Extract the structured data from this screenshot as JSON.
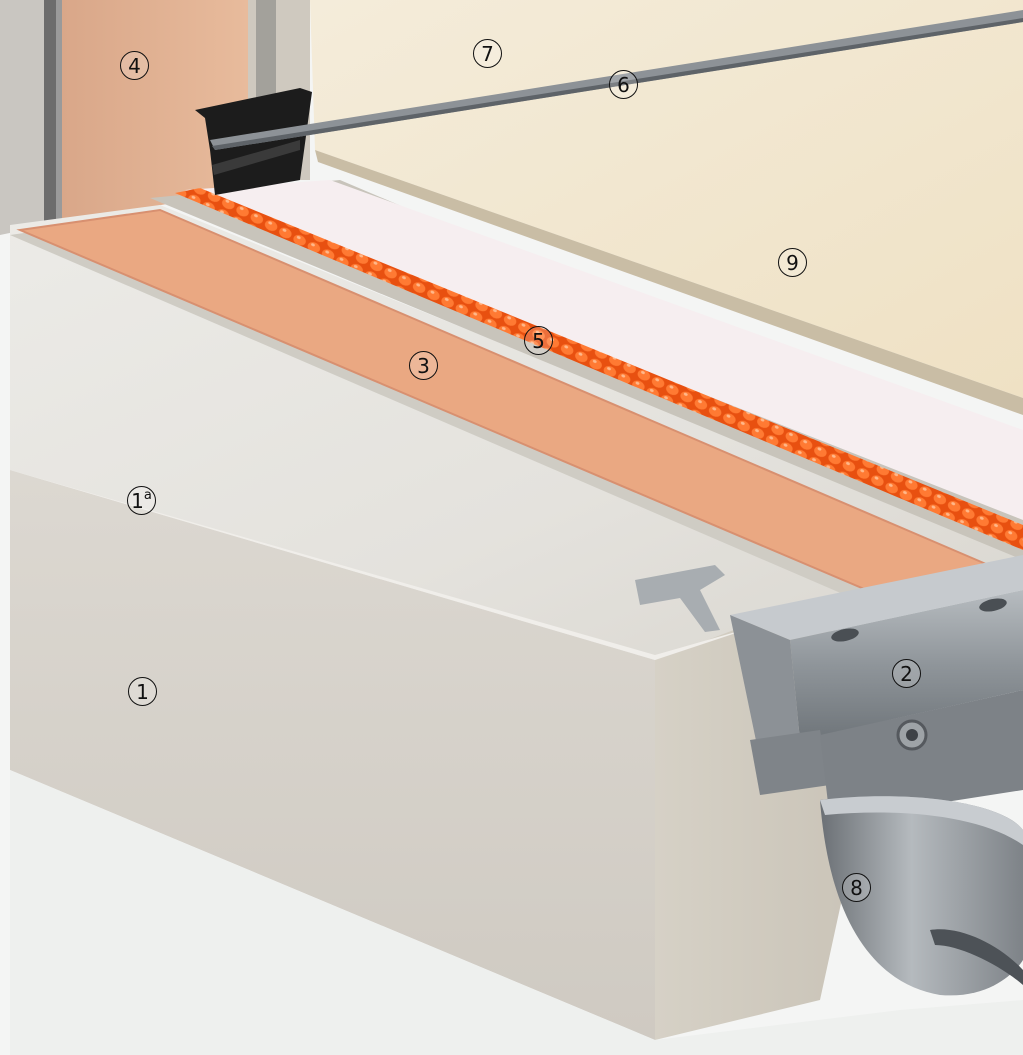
{
  "callouts": [
    {
      "id": "1",
      "label": "1"
    },
    {
      "id": "1a",
      "label": "1",
      "sub": "a"
    },
    {
      "id": "2",
      "label": "2"
    },
    {
      "id": "3",
      "label": "3"
    },
    {
      "id": "4",
      "label": "4"
    },
    {
      "id": "5",
      "label": "5"
    },
    {
      "id": "6",
      "label": "6"
    },
    {
      "id": "7",
      "label": "7"
    },
    {
      "id": "8",
      "label": "8"
    },
    {
      "id": "9",
      "label": "9"
    }
  ],
  "colors": {
    "background": "#f4f5f4",
    "screed_top": "#e3e1dc",
    "screed_front": "#d8d4cd",
    "membrane": "#e9a67f",
    "drainage_mat": "#f05a14",
    "fleece": "#f7eef0",
    "tile": "#f2e7cf",
    "wall": "#e2b193",
    "metal": "#9aa0a5",
    "trim_black": "#1c1c1c"
  }
}
